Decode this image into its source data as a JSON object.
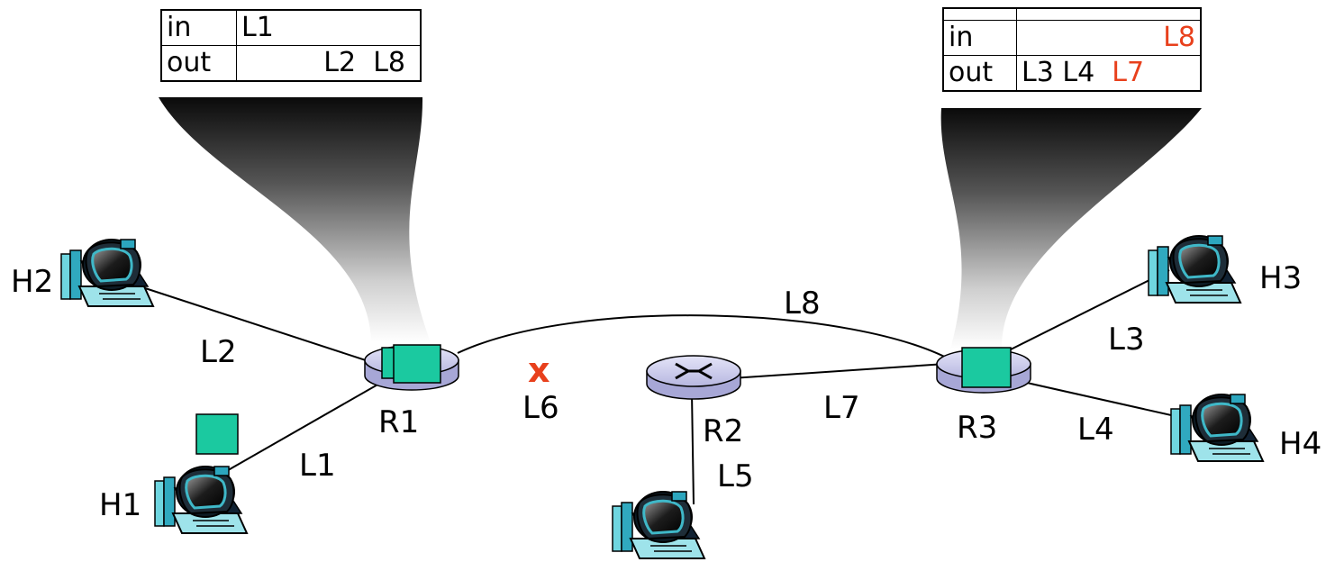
{
  "r1_table": {
    "in_label": "in",
    "out_label": "out",
    "in_value": "L1",
    "out_value_1": "L2",
    "out_value_2": "L8"
  },
  "r3_table": {
    "in_label": "in",
    "out_label": "out",
    "in_value": "L8",
    "out_value_1": "L3",
    "out_value_2": "L4",
    "out_value_3": "L7"
  },
  "hosts": {
    "h1": "H1",
    "h2": "H2",
    "h3": "H3",
    "h4": "H4"
  },
  "routers": {
    "r1": "R1",
    "r2": "R2",
    "r3": "R3"
  },
  "links": {
    "l1": "L1",
    "l2": "L2",
    "l3": "L3",
    "l4": "L4",
    "l5": "L5",
    "l6": "L6",
    "l7": "L7",
    "l8": "L8"
  },
  "failure_mark": "x",
  "colors": {
    "accent_red": "#e8401c",
    "packet_green": "#1bc9a0",
    "router_fill": "#c9c9ea"
  }
}
